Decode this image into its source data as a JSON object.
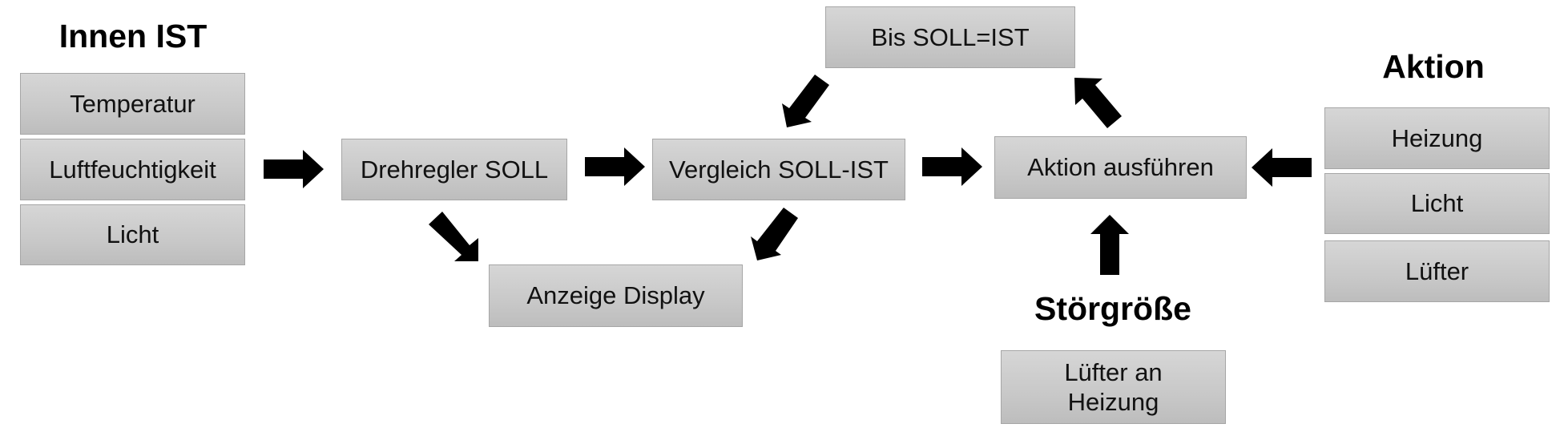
{
  "titles": {
    "innen_ist": "Innen IST",
    "aktion": "Aktion",
    "stoergroesse": "Störgröße"
  },
  "innen_ist_items": [
    "Temperatur",
    "Luftfeuchtigkeit",
    "Licht"
  ],
  "process": {
    "drehregler": "Drehregler SOLL",
    "vergleich": "Vergleich SOLL-IST",
    "anzeige": "Anzeige Display",
    "bis_soll_ist": "Bis SOLL=IST",
    "aktion_ausfuehren": "Aktion ausführen"
  },
  "aktion_items": [
    "Heizung",
    "Licht",
    "Lüfter"
  ],
  "stoergroesse_items": [
    "Lüfter an Heizung"
  ],
  "arrows": [
    {
      "from": "innen_ist",
      "to": "drehregler",
      "direction": "right-arrow"
    },
    {
      "from": "drehregler",
      "to": "vergleich",
      "direction": "right-arrow"
    },
    {
      "from": "drehregler",
      "to": "anzeige",
      "direction": "down-right-arrow"
    },
    {
      "from": "vergleich",
      "to": "anzeige",
      "direction": "down-left-arrow"
    },
    {
      "from": "vergleich",
      "to": "aktion_ausfuehren",
      "direction": "right-arrow"
    },
    {
      "from": "aktion_ausfuehren",
      "to": "bis_soll_ist",
      "direction": "up-left-arrow"
    },
    {
      "from": "bis_soll_ist",
      "to": "vergleich",
      "direction": "down-left-arrow"
    },
    {
      "from": "aktion",
      "to": "aktion_ausfuehren",
      "direction": "left-arrow"
    },
    {
      "from": "stoergroesse",
      "to": "aktion_ausfuehren",
      "direction": "up-arrow"
    }
  ]
}
